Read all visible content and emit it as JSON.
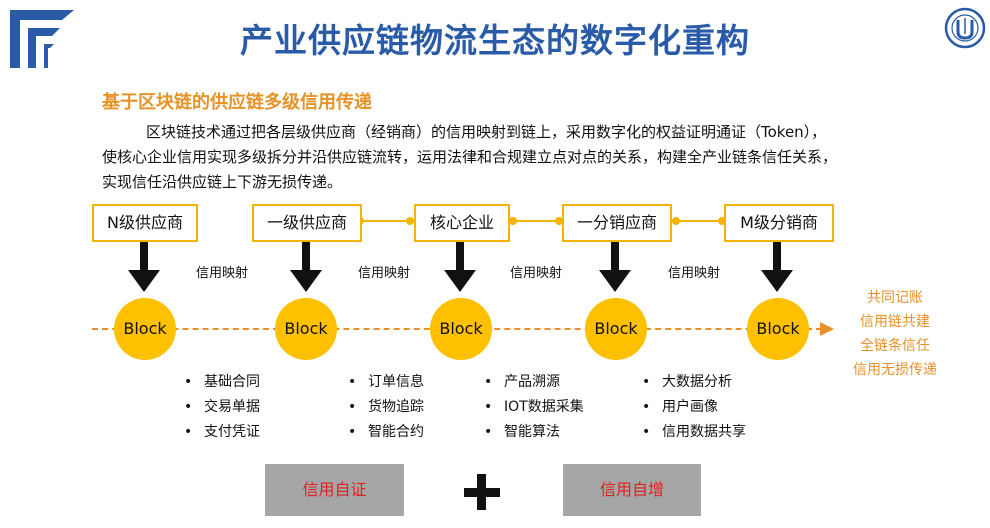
{
  "header": {
    "title": "产业供应链物流生态的数字化重构"
  },
  "section": {
    "subtitle": "基于区块链的供应链多级信用传递",
    "paragraph_line1": "区块链技术通过把各层级供应商（经销商）的信用映射到链上，采用数字化的权益证明通证（Token），",
    "paragraph_line2": "使核心企业信用实现多级拆分并沿供应链流转，运用法律和合规建立点对点的关系，构建全产业链条信任关系，",
    "paragraph_line3": "实现信任沿供应链上下游无损传递。"
  },
  "diagram": {
    "nodes": [
      "N级供应商",
      "一级供应商",
      "核心企业",
      "一分销应商",
      "M级分销商"
    ],
    "mapping_label": "信用映射",
    "block_label": "Block",
    "outcomes": [
      "共同记账",
      "信用链共建",
      "全链条信任",
      "信用无损传递"
    ],
    "bullet_groups": [
      [
        "基础合同",
        "交易单据",
        "支付凭证"
      ],
      [
        "订单信息",
        "货物追踪",
        "智能合约"
      ],
      [
        "产品溯源",
        "IOT数据采集",
        "智能算法"
      ],
      [
        "大数据分析",
        "用户画像",
        "信用数据共享"
      ]
    ]
  },
  "bottom": {
    "left_box": "信用自证",
    "right_box": "信用自增"
  },
  "colors": {
    "title_blue": "#2a5ba8",
    "subtitle_orange": "#e6932a",
    "box_border": "#f4b400",
    "block_fill": "#ffc000",
    "dash_orange": "#e8902a",
    "gray_box": "#a6a6a6",
    "gray_text": "#e02020"
  }
}
